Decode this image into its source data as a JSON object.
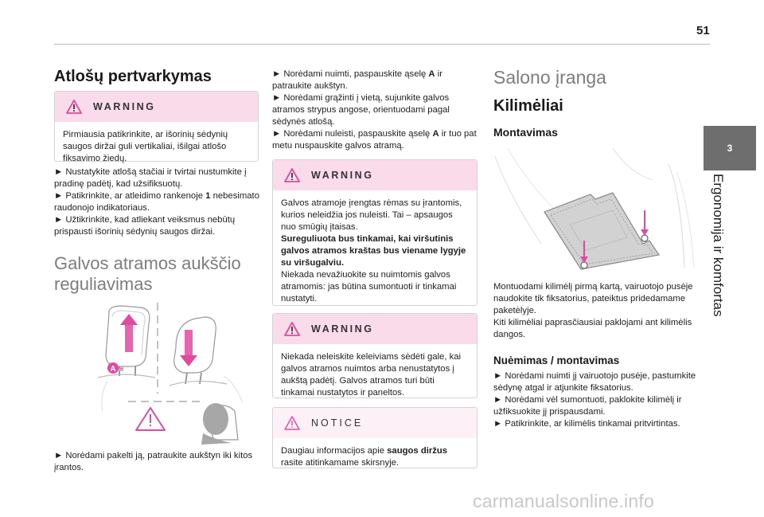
{
  "page_number": "51",
  "side": {
    "chapter_number": "3",
    "chapter_title": "Ergonomija ir komfortas"
  },
  "col1": {
    "title": "Atlošų pertvarkymas",
    "warning1": {
      "label": "WARNING",
      "text": "Pirmiausia patikrinkite, ar išorinių sėdynių saugos diržai guli vertikaliai, išilgai atlošo fiksavimo žiedų."
    },
    "steps": [
      "► Nustatykite atlošą stačiai ir tvirtai nustumkite į pradinę padėtį, kad užsifiksuotų.",
      "► Patikrinkite, ar atleidimo rankenoje 1 nebesimato raudonojo indikatoriaus.",
      "► Užtikrinkite, kad atliekant veiksmus nebūtų prispausti išorinių sėdynių saugos diržai."
    ],
    "section_title_line1": "Galvos atramos aukščio",
    "section_title_line2": "reguliavimas",
    "figure_label_a": "A",
    "caption": "► Norėdami pakelti ją, patraukite aukštyn iki kitos įrantos."
  },
  "col2": {
    "steps": [
      "► Norėdami nuimti, paspauskite ąselę A ir patraukite aukštyn.",
      "► Norėdami grąžinti į vietą, sujunkite galvos atramos strypus angose, orientuodami pagal sėdynės atlošą.",
      "► Norėdami nuleisti, paspauskite ąselę A ir tuo pat metu nuspauskite galvos atramą."
    ],
    "warning2": {
      "label": "WARNING",
      "text1": "Galvos atramoje įrengtas rėmas su įrantomis, kurios neleidžia jos nuleisti. Tai – apsaugos nuo smūgių įtaisas.",
      "bold": "Sureguliuota bus tinkamai, kai viršutinis galvos atramos kraštas bus viename lygyje su viršugalviu.",
      "text2": "Niekada nevažiuokite su nuimtomis galvos atramomis: jas būtina sumontuoti ir tinkamai nustatyti."
    },
    "warning3": {
      "label": "WARNING",
      "text": "Niekada neleiskite keleiviams sėdėti gale, kai galvos atramos nuimtos arba nenustatytos į aukštą padėtį. Galvos atramos turi būti tinkamai nustatytos ir paneltos."
    },
    "notice": {
      "label": "NOTICE",
      "text_before": "Daugiau informacijos apie ",
      "bold": "saugos diržus",
      "text_after": " rasite atitinkamame skirsnyje."
    }
  },
  "col3": {
    "title": "Salono įranga",
    "subtitle": "Kilimėliai",
    "heading1": "Montavimas",
    "para1": "Montuodami kilimėlį pirmą kartą, vairuotojo pusėje naudokite tik fiksatorius, pateiktus pridedamame paketėlyje.",
    "para2": "Kiti kilimėliai paprasčiausiai paklojami ant kilimėlis dangos.",
    "heading2": "Nuėmimas / montavimas",
    "steps": [
      "► Norėdami nuimti jį vairuotojo pusėje, pastumkite sėdynę atgal ir atjunkite fiksatorius.",
      "► Norėdami vėl sumontuoti, paklokite kilimėlį ir užfiksuokite jį prispausdami.",
      "► Patikrinkite, ar kilimėlis tinkamai pritvirtintas."
    ]
  },
  "watermark": "carmanualsonline.info",
  "colors": {
    "accent": "#e04aa0",
    "warning_bg": "#f9dbe9",
    "notice_bg": "#fdf0f6",
    "side_tab": "#6e6e6e"
  }
}
